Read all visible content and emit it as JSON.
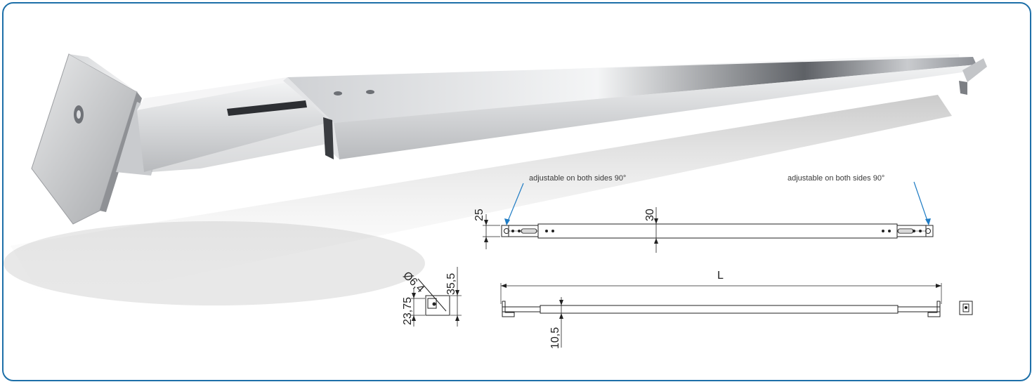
{
  "colors": {
    "frame_border": "#1d6fa8",
    "leader_line": "#1f7cc4",
    "steel_light": "#e6e7e9",
    "steel_dark": "#8d9096"
  },
  "callouts": {
    "left": "adjustable on both sides 90°",
    "right": "adjustable on both sides 90°"
  },
  "dimensions": {
    "top_view_height": "25",
    "bar_width": "30",
    "overall_length": "L",
    "bar_height": "10,5",
    "bracket_height": "35,5",
    "hole_offset": "23,75",
    "hole_diameter": "Ø6,4"
  }
}
